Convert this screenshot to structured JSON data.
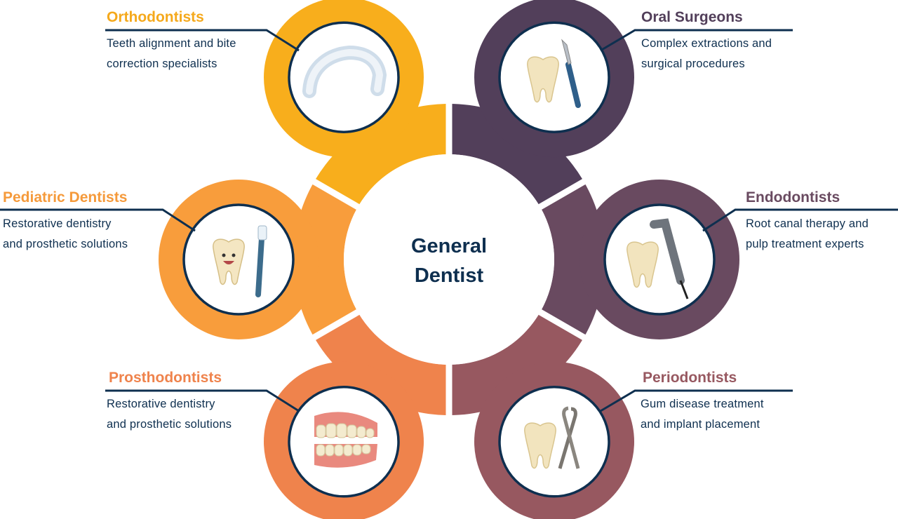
{
  "center": {
    "line1": "General",
    "line2": "Dentist"
  },
  "specialists": [
    {
      "id": "orthodontists",
      "title": "Orthodontists",
      "desc1": "Teeth alignment and bite",
      "desc2": "correction specialists",
      "color": "#F8AE1C",
      "title_color": "#F5A91C",
      "icon": "clear-aligner-icon"
    },
    {
      "id": "oral-surgeons",
      "title": "Oral Surgeons",
      "desc1": "Complex extractions and",
      "desc2": "surgical procedures",
      "color": "#523F5A",
      "title_color": "#523F5A",
      "icon": "tooth-scalpel-icon"
    },
    {
      "id": "pediatric-dentists",
      "title": "Pediatric Dentists",
      "desc1": "Restorative dentistry",
      "desc2": "and prosthetic solutions",
      "color": "#F89D3C",
      "title_color": "#F59A3B",
      "icon": "smiling-tooth-toothbrush-icon"
    },
    {
      "id": "endodontists",
      "title": "Endodontists",
      "desc1": "Root canal therapy and",
      "desc2": "pulp treatment experts",
      "color": "#694A60",
      "title_color": "#694A60",
      "icon": "tooth-handpiece-icon"
    },
    {
      "id": "prosthodontists",
      "title": "Prosthodontists",
      "desc1": "Restorative dentistry",
      "desc2": "and prosthetic solutions",
      "color": "#EF834C",
      "title_color": "#EF834C",
      "icon": "dentures-icon"
    },
    {
      "id": "periodontists",
      "title": "Periodontists",
      "desc1": "Gum disease treatment",
      "desc2": "and implant placement",
      "color": "#975860",
      "title_color": "#975860",
      "icon": "tooth-probes-icon"
    }
  ],
  "colors": {
    "text": "#0E2F4F",
    "outline": "#0E2F4F"
  }
}
